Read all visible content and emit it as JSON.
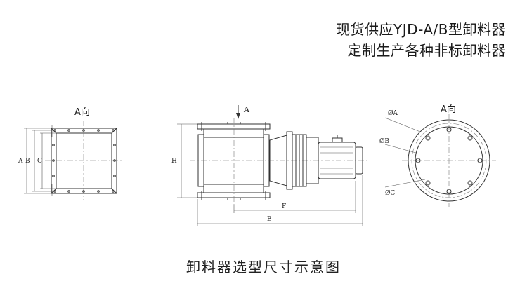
{
  "headline": {
    "line1": "现货供应YJD-A/B型卸料器",
    "line2": "定制生产各种非标卸料器"
  },
  "caption": "卸料器选型尺寸示意图",
  "labels": {
    "view_a_left": "A向",
    "view_a_right": "A向",
    "arrow_a": "A",
    "dim_a": "A",
    "dim_b": "B",
    "dim_c": "C",
    "dim_h": "H",
    "dim_f": "F",
    "dim_e": "E",
    "phi_a": "ØA",
    "phi_b": "ØB",
    "phi_c": "ØC"
  }
}
